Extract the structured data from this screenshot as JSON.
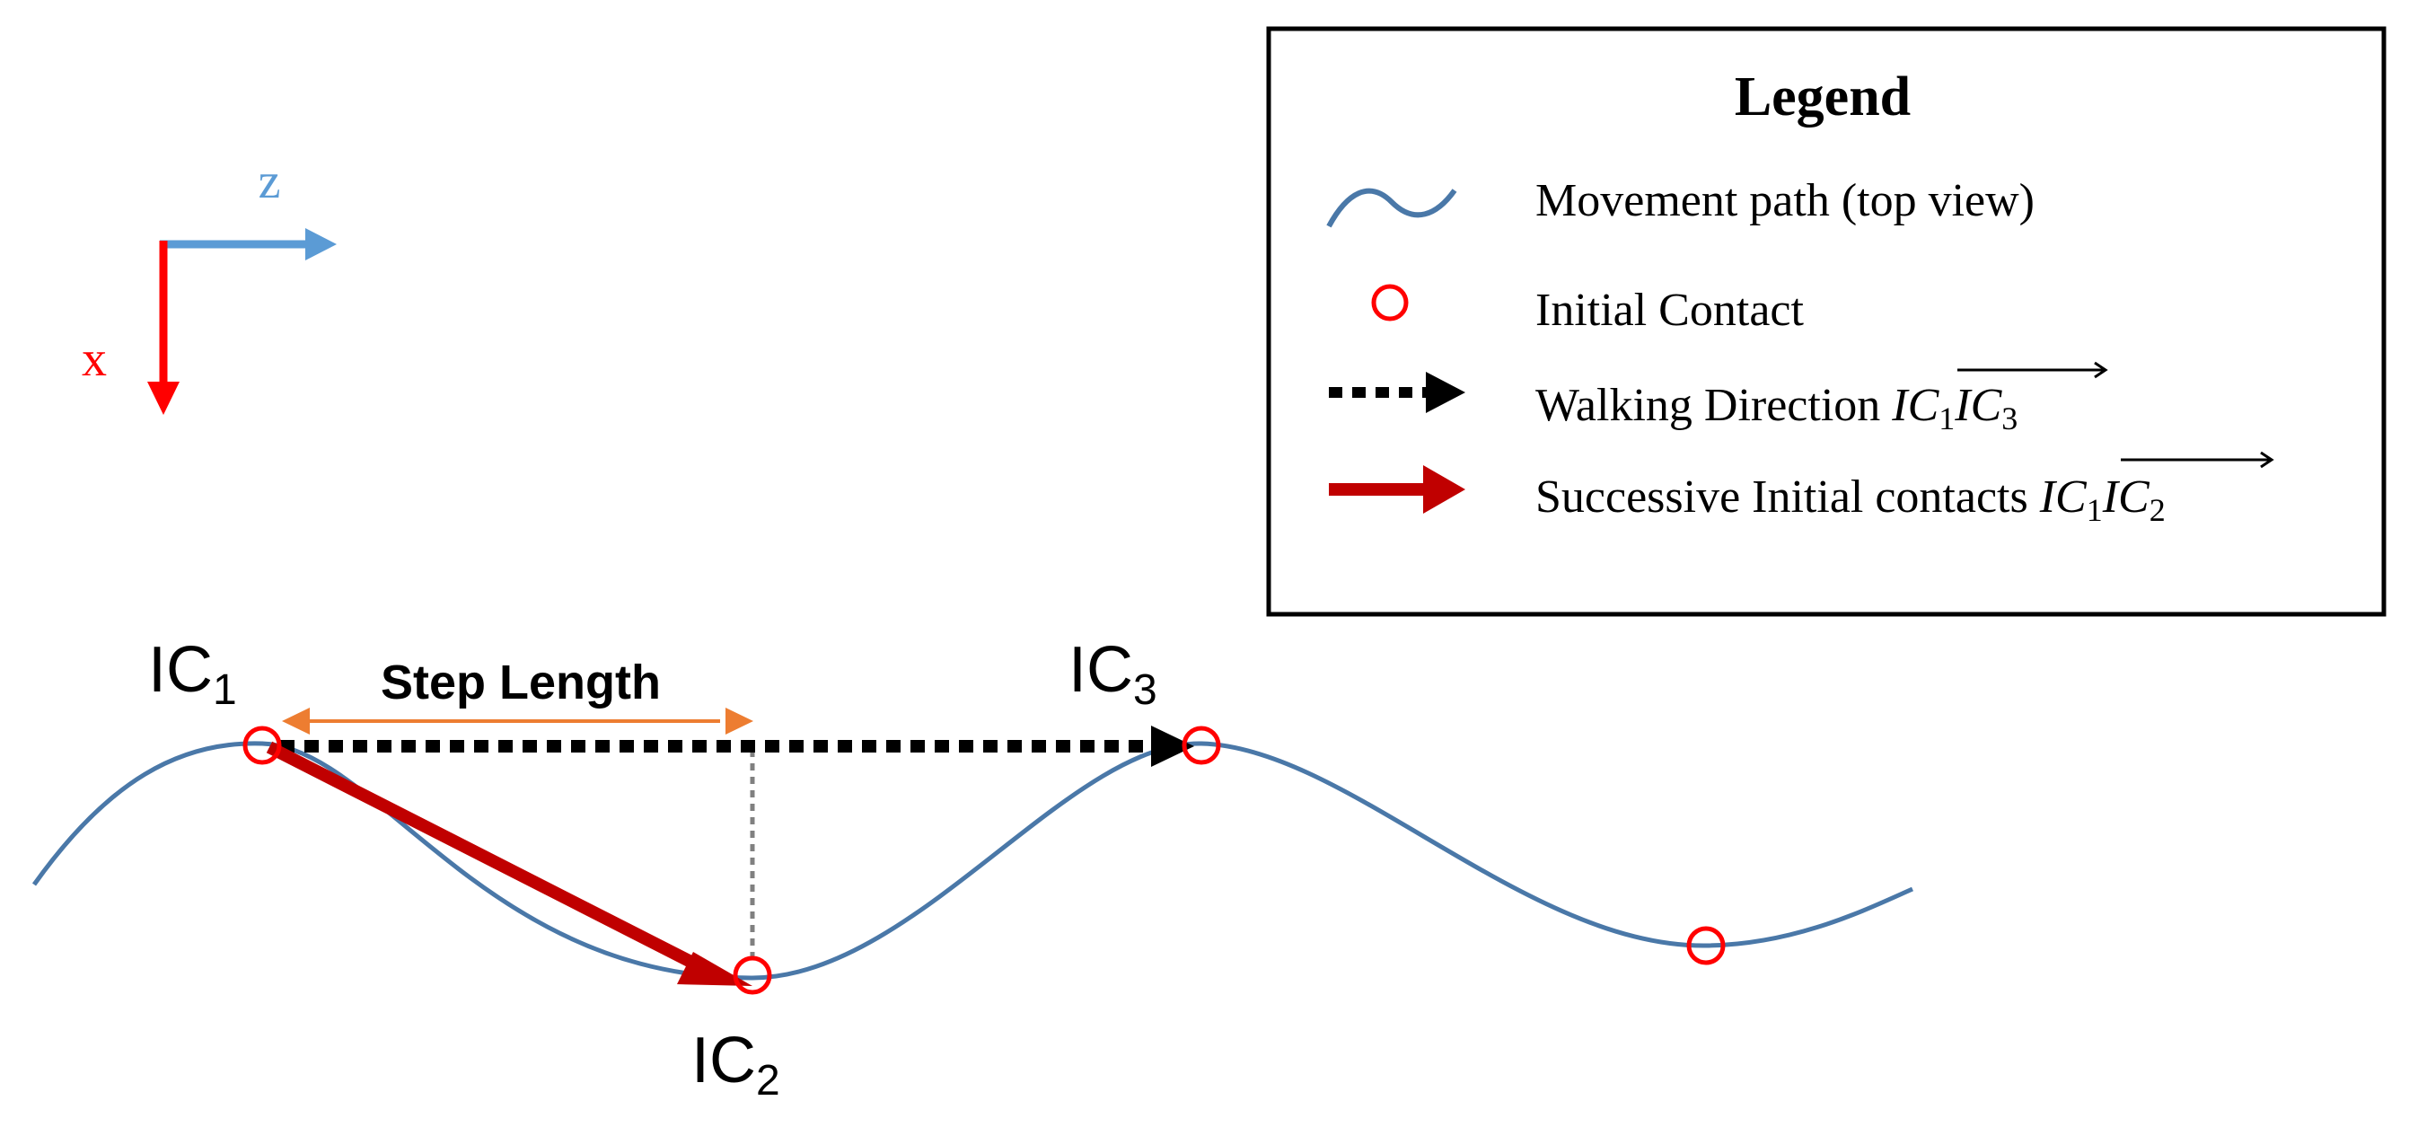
{
  "axes": {
    "z_label": "z",
    "x_label": "x",
    "z_color": "#5b9bd5",
    "x_color": "#ff0000"
  },
  "legend": {
    "title": "Legend",
    "movement_path": "Movement path (top view)",
    "initial_contact": "Initial Contact",
    "walking_direction_text": "Walking Direction",
    "walking_direction_vector": {
      "first": "IC",
      "first_sub": "1",
      "second": "IC",
      "second_sub": "3"
    },
    "successive_text": "Successive Initial contacts",
    "successive_vector": {
      "first": "IC",
      "first_sub": "1",
      "second": "IC",
      "second_sub": "2"
    }
  },
  "labels": {
    "ic1": {
      "main": "IC",
      "sub": "1"
    },
    "ic2": {
      "main": "IC",
      "sub": "2"
    },
    "ic3": {
      "main": "IC",
      "sub": "3"
    },
    "step_length": "Step Length"
  },
  "colors": {
    "path": "#4a78a8",
    "contact": "#ff0000",
    "walking_arrow": "#000000",
    "successive_arrow": "#c00000",
    "step_length_arrow": "#ed7d31",
    "projection_line": "#808080"
  }
}
